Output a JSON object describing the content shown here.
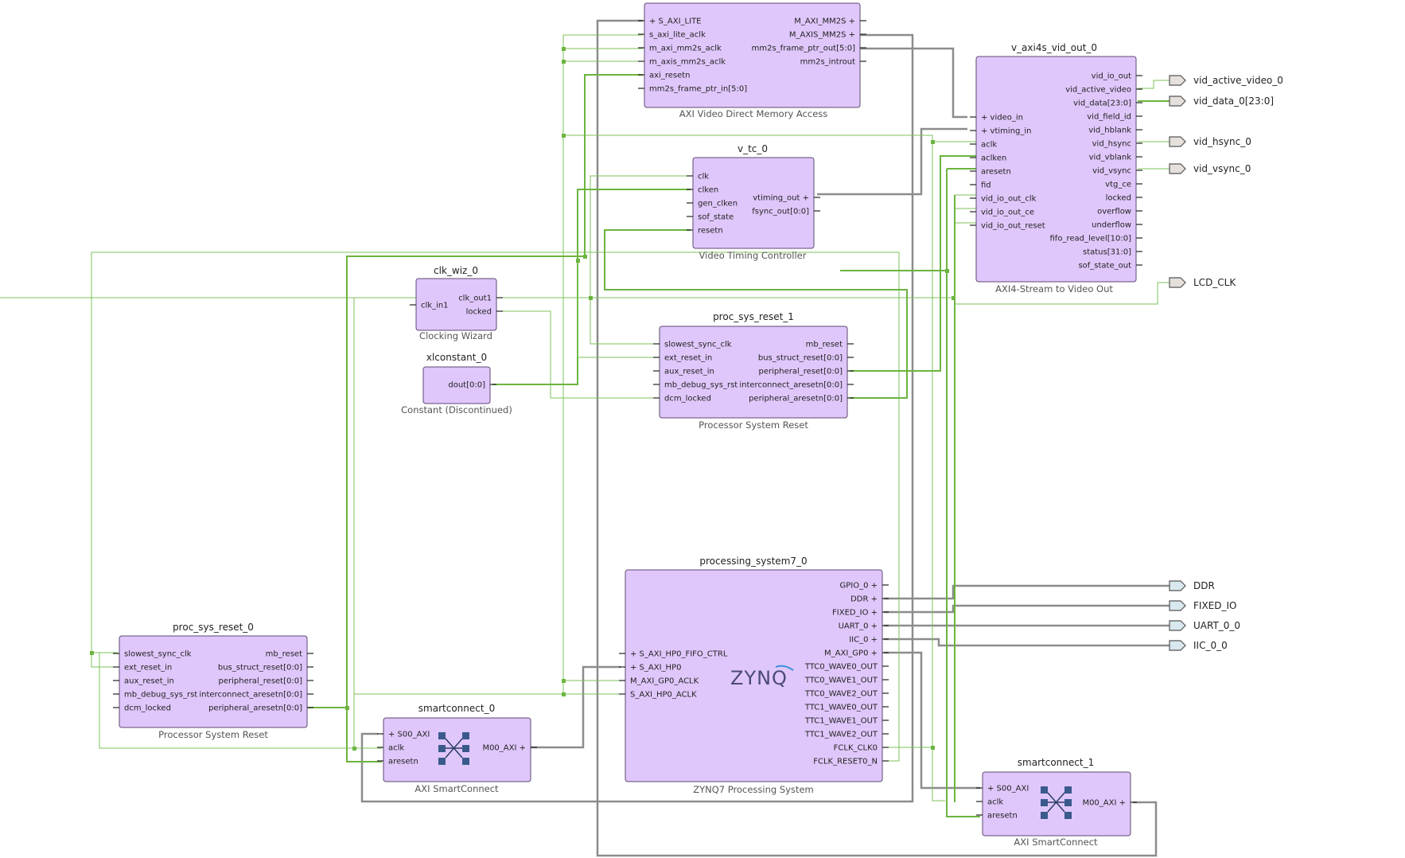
{
  "blocks": {
    "vdma": {
      "name": "",
      "desc": "AXI Video Direct Memory Access",
      "left_ports": [
        "S_AXI_LITE",
        "s_axi_lite_aclk",
        "m_axi_mm2s_aclk",
        "m_axis_mm2s_aclk",
        "axi_resetn",
        "mm2s_frame_ptr_in[5:0]"
      ],
      "right_ports": [
        "M_AXI_MM2S",
        "M_AXIS_MM2S",
        "mm2s_frame_ptr_out[5:0]",
        "mm2s_introut"
      ]
    },
    "vid_out": {
      "name": "v_axi4s_vid_out_0",
      "desc": "AXI4-Stream to Video Out",
      "left_ports": [
        "video_in",
        "vtiming_in",
        "aclk",
        "aclken",
        "aresetn",
        "fid",
        "vid_io_out_clk",
        "vid_io_out_ce",
        "vid_io_out_reset"
      ],
      "right_ports": [
        "vid_io_out",
        "vid_active_video",
        "vid_data[23:0]",
        "vid_field_id",
        "vid_hblank",
        "vid_hsync",
        "vid_vblank",
        "vid_vsync",
        "vtg_ce",
        "locked",
        "overflow",
        "underflow",
        "fifo_read_level[10:0]",
        "status[31:0]",
        "sof_state_out"
      ]
    },
    "vtc": {
      "name": "v_tc_0",
      "desc": "Video Timing Controller",
      "left_ports": [
        "clk",
        "clken",
        "gen_clken",
        "sof_state",
        "resetn"
      ],
      "right_ports": [
        "vtiming_out",
        "fsync_out[0:0]"
      ]
    },
    "clkwiz": {
      "name": "clk_wiz_0",
      "desc": "Clocking Wizard",
      "left_ports": [
        "clk_in1"
      ],
      "right_ports": [
        "clk_out1",
        "locked"
      ]
    },
    "xlconst": {
      "name": "xlconstant_0",
      "desc": "Constant (Discontinued)",
      "left_ports": [],
      "right_ports": [
        "dout[0:0]"
      ]
    },
    "psr1": {
      "name": "proc_sys_reset_1",
      "desc": "Processor System Reset",
      "left_ports": [
        "slowest_sync_clk",
        "ext_reset_in",
        "aux_reset_in",
        "mb_debug_sys_rst",
        "dcm_locked"
      ],
      "right_ports": [
        "mb_reset",
        "bus_struct_reset[0:0]",
        "peripheral_reset[0:0]",
        "interconnect_aresetn[0:0]",
        "peripheral_aresetn[0:0]"
      ]
    },
    "ps7": {
      "name": "processing_system7_0",
      "desc": "ZYNQ7 Processing System",
      "logo": "ZYNQ",
      "left_ports": [
        "S_AXI_HP0_FIFO_CTRL",
        "S_AXI_HP0",
        "M_AXI_GP0_ACLK",
        "S_AXI_HP0_ACLK"
      ],
      "right_ports": [
        "GPIO_0",
        "DDR",
        "FIXED_IO",
        "UART_0",
        "IIC_0",
        "M_AXI_GP0",
        "TTC0_WAVE0_OUT",
        "TTC0_WAVE1_OUT",
        "TTC0_WAVE2_OUT",
        "TTC1_WAVE0_OUT",
        "TTC1_WAVE1_OUT",
        "TTC1_WAVE2_OUT",
        "FCLK_CLK0",
        "FCLK_RESET0_N"
      ]
    },
    "psr0": {
      "name": "proc_sys_reset_0",
      "desc": "Processor System Reset",
      "left_ports": [
        "slowest_sync_clk",
        "ext_reset_in",
        "aux_reset_in",
        "mb_debug_sys_rst",
        "dcm_locked"
      ],
      "right_ports": [
        "mb_reset",
        "bus_struct_reset[0:0]",
        "peripheral_reset[0:0]",
        "interconnect_aresetn[0:0]",
        "peripheral_aresetn[0:0]"
      ]
    },
    "sc0": {
      "name": "smartconnect_0",
      "desc": "AXI SmartConnect",
      "left_ports": [
        "S00_AXI",
        "aclk",
        "aresetn"
      ],
      "right_ports": [
        "M00_AXI"
      ]
    },
    "sc1": {
      "name": "smartconnect_1",
      "desc": "AXI SmartConnect",
      "left_ports": [
        "S00_AXI",
        "aclk",
        "aresetn"
      ],
      "right_ports": [
        "M00_AXI"
      ]
    }
  },
  "external_ports": [
    "vid_active_video_0",
    "vid_data_0[23:0]",
    "vid_hsync_0",
    "vid_vsync_0",
    "LCD_CLK",
    "DDR",
    "FIXED_IO",
    "UART_0_0",
    "IIC_0_0"
  ],
  "colors": {
    "block_fill": "#e0c7fb",
    "clock_reset_wire": "#6cb43f",
    "bus_wire": "#8c8c8c"
  }
}
